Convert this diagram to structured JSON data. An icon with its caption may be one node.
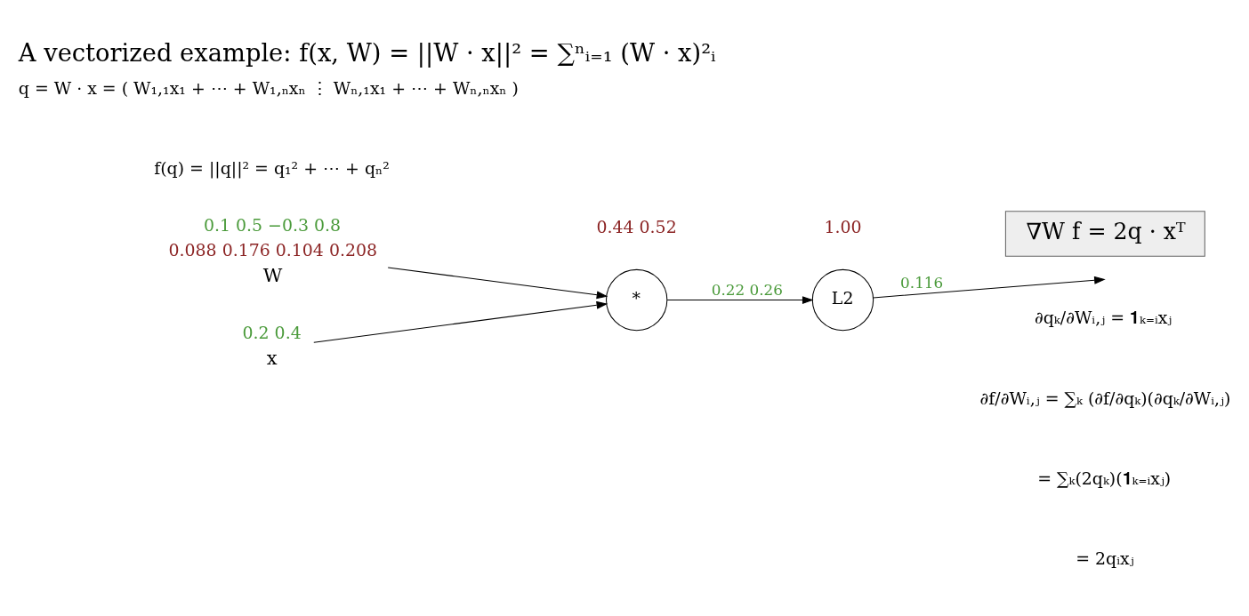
{
  "diagram": {
    "title": "A vectorized example: f(x, W) = ||W · x||² = ∑ⁿᵢ₌₁ (W · x)²ᵢ",
    "nodes": [
      {
        "text": [
          "W"
        ],
        "beside": [
          "0.1 0.5 −0.3 0.8",
          "0.088 0.176 0.104 0.208"
        ]
      },
      {
        "text": [
          "x"
        ],
        "beside": [
          "0.2 0.4"
        ]
      },
      {
        "text": [
          "*"
        ]
      },
      {
        "text": [
          "L2"
        ]
      },
      {
        "text": [
          "∇W f = 2q · xᵀ"
        ]
      }
    ],
    "edges": [
      {
        "from": 0,
        "to": 2,
        "arrow": "to"
      },
      {
        "from": 1,
        "to": 2,
        "arrow": "to"
      },
      {
        "from": 2,
        "to": 3,
        "arrow": "to",
        "label": "0.22 0.26"
      },
      {
        "from": 3,
        "to": null,
        "arrow": "to",
        "label": "0.116"
      }
    ],
    "labels": [
      "0.44 0.52",
      "1.00",
      "∂qₖ/∂Wᵢ,ⱼ = 𝟏ₖ₌ᵢxⱼ",
      "q = W · x = ( W₁,₁x₁ + ⋯ + W₁,ₙxₙ ⋮ Wₙ,₁x₁ + ⋯ + Wₙ,ₙxₙ )",
      "∂f/∂Wᵢ,ⱼ = ∑ₖ (∂f/∂qₖ)(∂qₖ/∂Wᵢ,ⱼ)",
      "= ∑ₖ(2qₖ)(𝟏ₖ₌ᵢxⱼ)",
      "f(q) = ||q||² = q₁² + ⋯ + qₙ²",
      "= 2qᵢxⱼ"
    ]
  }
}
